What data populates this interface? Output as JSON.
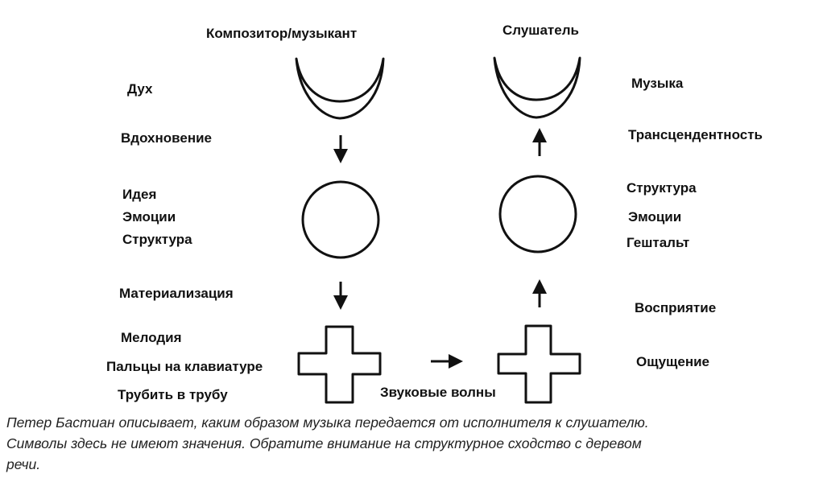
{
  "headers": {
    "composer": "Композитор/музыкант",
    "listener": "Слушатель"
  },
  "left_labels": {
    "spirit": "Дух",
    "inspiration": "Вдохновение",
    "idea": "Идея",
    "emotions": "Эмоции",
    "structure": "Структура",
    "materialization": "Материализация",
    "melody": "Мелодия",
    "fingers": "Пальцы на клавиатуре",
    "trumpet": "Трубить в трубу"
  },
  "right_labels": {
    "music": "Музыка",
    "transcendence": "Трансцендентность",
    "structure": "Структура",
    "emotions": "Эмоции",
    "gestalt": "Гештальт",
    "perception": "Восприятие",
    "sensation": "Ощущение"
  },
  "center_label": "Звуковые волны",
  "caption": [
    "Петер Бастиан описывает, каким образом музыка передается  от исполнителя к слушателю.",
    "Символы  здесь не имеют значения. Обратите внимание на структурное сходство с деревом",
    "речи."
  ]
}
